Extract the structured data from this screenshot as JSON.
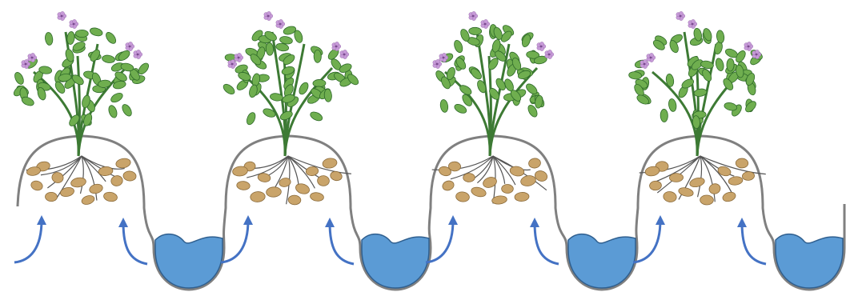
{
  "diagram": {
    "description_visible_text": [],
    "ridge_count": 4,
    "furrow_count": 4,
    "arrows_per_ridge": 2,
    "colors": {
      "soil_outline": "#808080",
      "water_fill": "#5b9bd5",
      "water_stroke": "#2f5f8f",
      "arrow": "#4472c4",
      "leaf": "#6fae4f",
      "leaf_dark": "#2f6a2a",
      "stem": "#3d7a34",
      "flower": "#c79ad8",
      "flower_center": "#7a4a8f",
      "tuber": "#c9a46a",
      "tuber_stroke": "#8a6a3a",
      "root": "#555555"
    },
    "icons": [
      "potato-plant-icon",
      "water-furrow-icon",
      "upward-arrow-icon"
    ]
  }
}
